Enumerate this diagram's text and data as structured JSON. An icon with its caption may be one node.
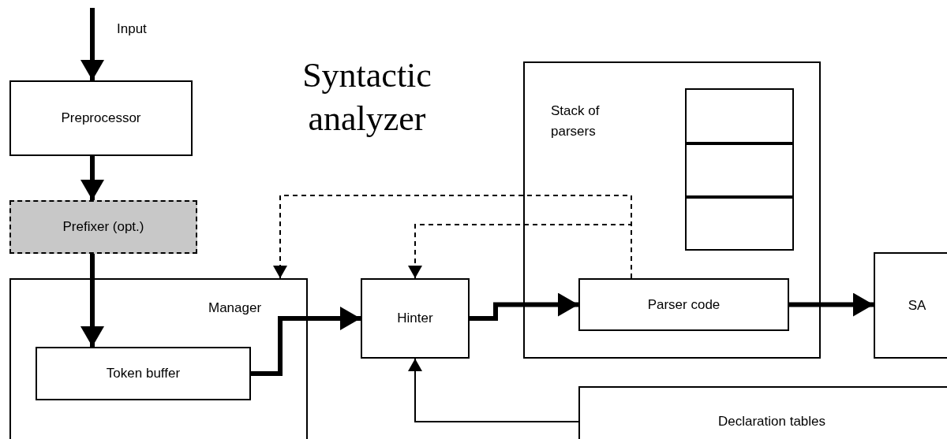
{
  "diagram": {
    "title": "Syntactic analyzer",
    "nodes": [
      {
        "text": [
          "Preprocessor"
        ]
      },
      {
        "text": [
          "Prefixer (opt.)"
        ]
      },
      {
        "text": [
          "Manager"
        ]
      },
      {
        "text": [
          "Token buffer"
        ],
        "in": 2
      },
      {
        "text": [
          "Hinter"
        ]
      },
      {
        "text": [
          "Stack of parsers"
        ]
      },
      {
        "text": [],
        "shape": "box",
        "in": 5
      },
      {
        "text": [],
        "shape": "box",
        "in": 5
      },
      {
        "text": [],
        "shape": "box",
        "in": 5
      },
      {
        "text": [
          "Parser code"
        ],
        "in": 5
      },
      {
        "text": [
          "SA"
        ]
      },
      {
        "text": [
          "Declaration tables"
        ]
      }
    ],
    "edges": [
      {
        "from": null,
        "to": 0,
        "arrow": "to",
        "label": "Input"
      },
      {
        "from": 0,
        "to": 1,
        "arrow": "to"
      },
      {
        "from": 1,
        "to": 3,
        "arrow": "to"
      },
      {
        "from": 3,
        "to": 4,
        "arrow": "to"
      },
      {
        "from": 4,
        "to": 9,
        "arrow": "to"
      },
      {
        "from": 9,
        "to": 10,
        "arrow": "to"
      },
      {
        "from": 9,
        "to": 2,
        "arrow": "to",
        "style": "dashed"
      },
      {
        "from": 9,
        "to": 4,
        "arrow": "to",
        "style": "dashed"
      },
      {
        "from": 11,
        "to": 4,
        "arrow": "to"
      }
    ]
  }
}
